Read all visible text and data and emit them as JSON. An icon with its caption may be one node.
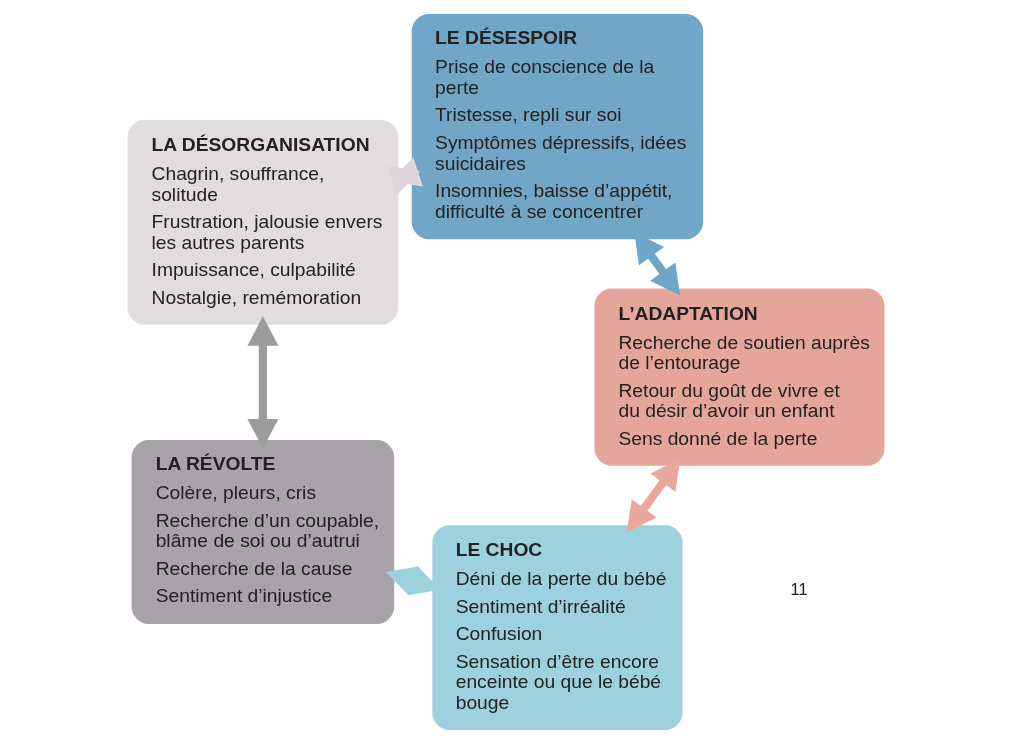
{
  "diagram": {
    "nodes": [
      {
        "text": [
          "LE CHOC",
          "Déni de la perte du bébé",
          "Sentiment d’irréalité",
          "Confusion",
          "Sensation d’être encore enceinte ou que le bébé bouge"
        ]
      },
      {
        "text": [
          "LA RÉVOLTE",
          "Colère, pleurs, cris",
          "Recherche d’un coupable, blâme de soi ou d’autrui",
          "Recherche de la cause",
          "Sentiment d’injustice"
        ]
      },
      {
        "text": [
          "LA DÉSORGANISATION",
          "Chagrin, souffrance, solitude",
          "Frustration, jalousie envers les autres parents",
          "Impuissance, culpabilité",
          "Nostalgie, remémoration"
        ]
      },
      {
        "text": [
          "LE DÉSESPOIR",
          "Prise de conscience de la perte",
          "Tristesse, repli sur soi",
          "Symptômes dépressifs, idées suicidaires",
          "Insomnies, baisse d’appétit, difficulté à se concentrer"
        ]
      },
      {
        "text": [
          "L’ADAPTATION",
          "Recherche de soutien auprès de l’entourage",
          "Retour du goût de vivre et du désir d’avoir un enfant",
          "Sens donné de la perte"
        ]
      }
    ],
    "edges": [
      {
        "from": 0,
        "to": 1,
        "arrow": "both",
        "color": "#9dd1de"
      },
      {
        "from": 1,
        "to": 2,
        "arrow": "both",
        "color": "#9c9c9c"
      },
      {
        "from": 2,
        "to": 3,
        "arrow": "both",
        "color": "#ddd6dc"
      },
      {
        "from": 3,
        "to": 4,
        "arrow": "both",
        "color": "#6fa6c8"
      },
      {
        "from": 4,
        "to": 0,
        "arrow": "both",
        "color": "#e8a89c"
      }
    ],
    "labels": [
      "11"
    ]
  }
}
